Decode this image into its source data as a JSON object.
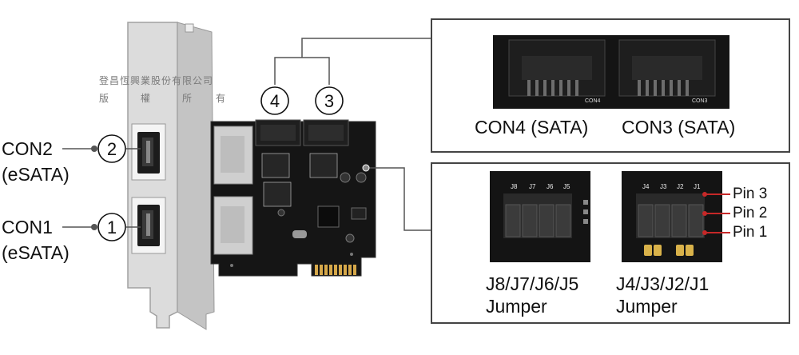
{
  "watermark": {
    "line1": "登昌恆興業股份有限公司",
    "line2": [
      "版",
      "權",
      "所",
      "有"
    ]
  },
  "ports": [
    {
      "number": "2",
      "name": "CON2",
      "type": "(eSATA)"
    },
    {
      "number": "1",
      "name": "CON1",
      "type": "(eSATA)"
    }
  ],
  "internal_connectors": [
    {
      "number": "4",
      "board_label": "CON4"
    },
    {
      "number": "3",
      "board_label": "CON3"
    }
  ],
  "sata_panel": {
    "caption_left": "CON4 (SATA)",
    "caption_right": "CON3 (SATA)"
  },
  "jumper_panel": {
    "left": {
      "header_labels": [
        "J8",
        "J7",
        "J6",
        "J5"
      ],
      "caption_line1": "J8/J7/J6/J5",
      "caption_line2": "Jumper"
    },
    "right": {
      "header_labels": [
        "J4",
        "J3",
        "J2",
        "J1"
      ],
      "caption_line1": "J4/J3/J2/J1",
      "caption_line2": "Jumper"
    },
    "pins": [
      "Pin 3",
      "Pin 2",
      "Pin 1"
    ]
  },
  "colors": {
    "pcb": "#141414",
    "bracket": "#d6d6d6",
    "gold": "#d6a84a",
    "frame": "#444444",
    "jumper_red": "#c62828"
  }
}
